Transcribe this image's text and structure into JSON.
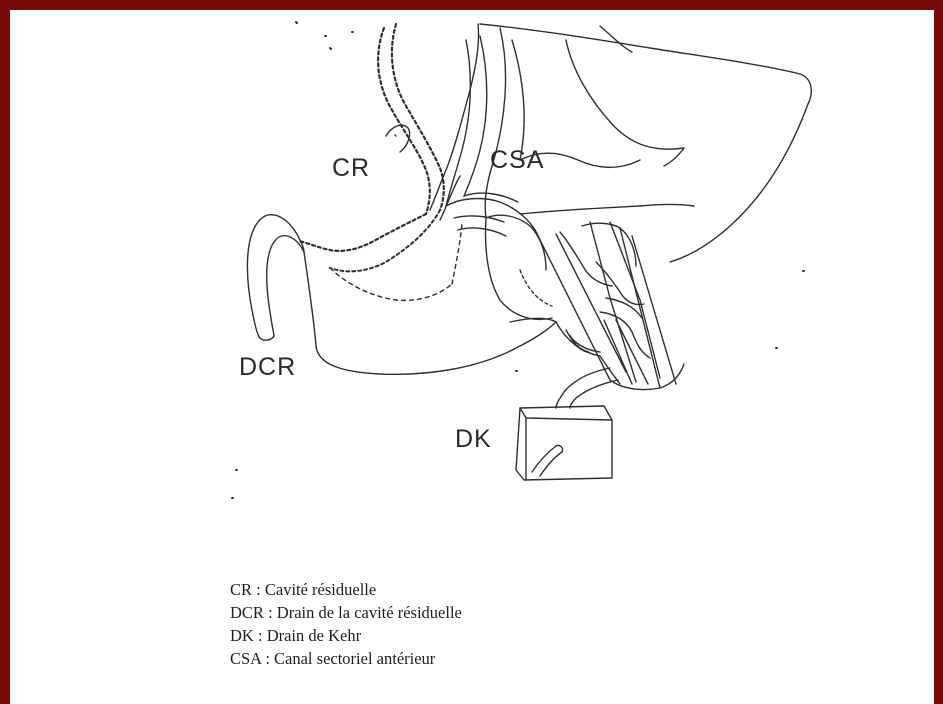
{
  "labels": {
    "cr": "CR",
    "csa": "CSA",
    "dcr": "DCR",
    "dk": "DK"
  },
  "legend": [
    {
      "abbr": "CR",
      "sep": " : ",
      "text": "Cavité résiduelle"
    },
    {
      "abbr": "DCR",
      "sep": " : ",
      "text": "Drain de la cavité résiduelle"
    },
    {
      "abbr": "DK",
      "sep": " : ",
      "text": "Drain de Kehr"
    },
    {
      "abbr": "CSA",
      "sep": " : ",
      "text": "Canal sectoriel antérieur"
    }
  ],
  "colors": {
    "frame": "#7a0a0a",
    "ink": "#2a2a2a"
  }
}
